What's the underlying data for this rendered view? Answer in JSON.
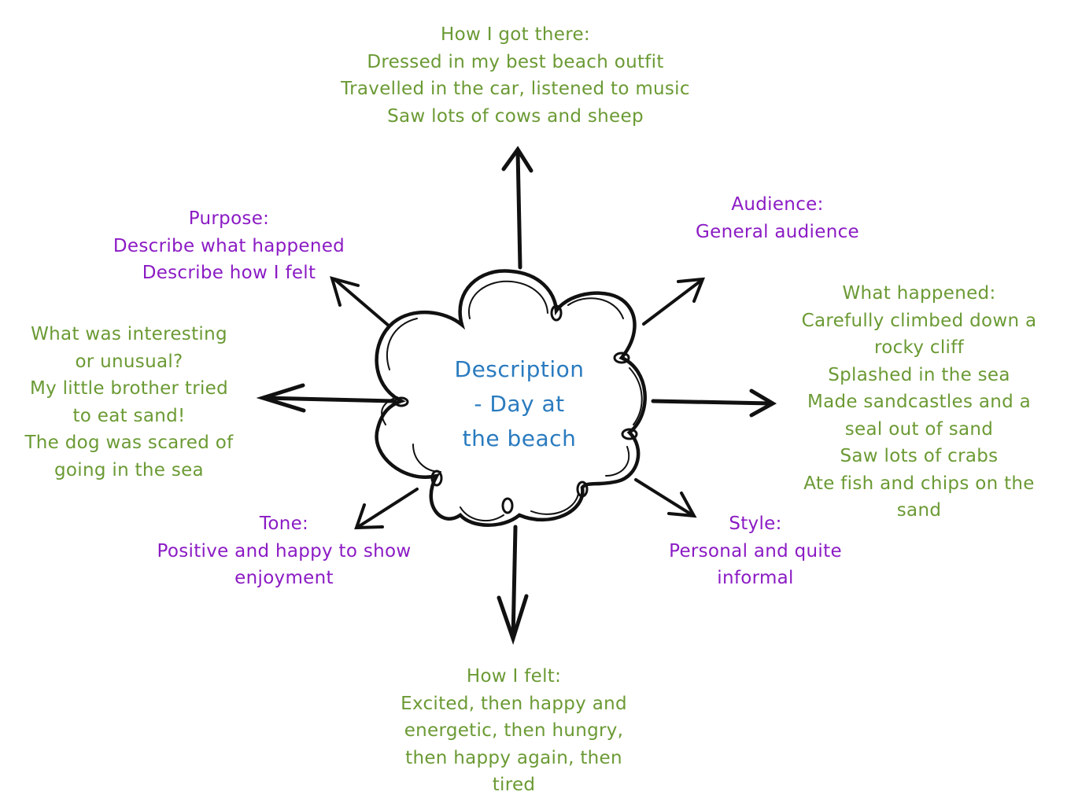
{
  "center": {
    "lines": [
      "Description",
      "- Day at",
      "the beach"
    ],
    "color": "#2a7bbf"
  },
  "colors": {
    "green": "#6b9a34",
    "purple": "#8b1bc4",
    "arrow": "#111111"
  },
  "nodes": {
    "how_got_there": {
      "lines": [
        "How I got there:",
        "Dressed in my best beach outfit",
        "Travelled in the car, listened to music",
        "Saw lots of cows and sheep"
      ]
    },
    "audience": {
      "lines": [
        "Audience:",
        "General audience"
      ]
    },
    "what_happened": {
      "lines": [
        "What happened:",
        "Carefully climbed down a",
        "rocky cliff",
        "Splashed in the sea",
        "Made sandcastles and a",
        "seal out of sand",
        "Saw lots of crabs",
        "Ate fish and chips on the",
        "sand"
      ]
    },
    "style": {
      "lines": [
        "Style:",
        "Personal and quite",
        "informal"
      ]
    },
    "how_felt": {
      "lines": [
        "How I felt:",
        "Excited, then happy and",
        "energetic, then hungry,",
        "then happy again, then",
        "tired"
      ]
    },
    "tone": {
      "lines": [
        "Tone:",
        "Positive and happy to show",
        "enjoyment"
      ]
    },
    "interesting": {
      "lines": [
        "What was interesting",
        "or unusual?",
        "My little brother tried",
        "to eat sand!",
        "The dog was scared of",
        "going in the sea"
      ]
    },
    "purpose": {
      "lines": [
        "Purpose:",
        "Describe what happened",
        "Describe how I felt"
      ]
    }
  }
}
